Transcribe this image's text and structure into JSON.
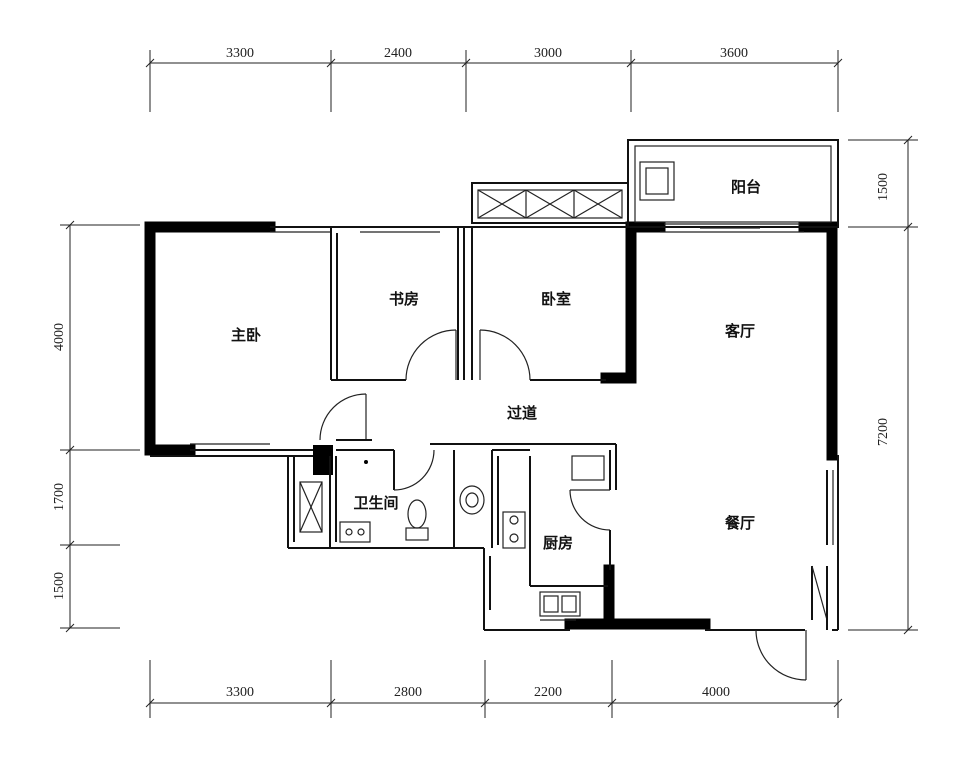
{
  "dimensions": {
    "top": [
      "3300",
      "2400",
      "3000",
      "3600"
    ],
    "bottom": [
      "3300",
      "2800",
      "2200",
      "4000"
    ],
    "left": [
      "4000",
      "1700",
      "1500"
    ],
    "right": [
      "1500",
      "7200"
    ]
  },
  "rooms": {
    "master_bedroom": "主卧",
    "study": "书房",
    "bedroom": "卧室",
    "balcony": "阳台",
    "living_room": "客厅",
    "corridor": "过道",
    "bathroom": "卫生间",
    "kitchen": "厨房",
    "dining_room": "餐厅"
  }
}
